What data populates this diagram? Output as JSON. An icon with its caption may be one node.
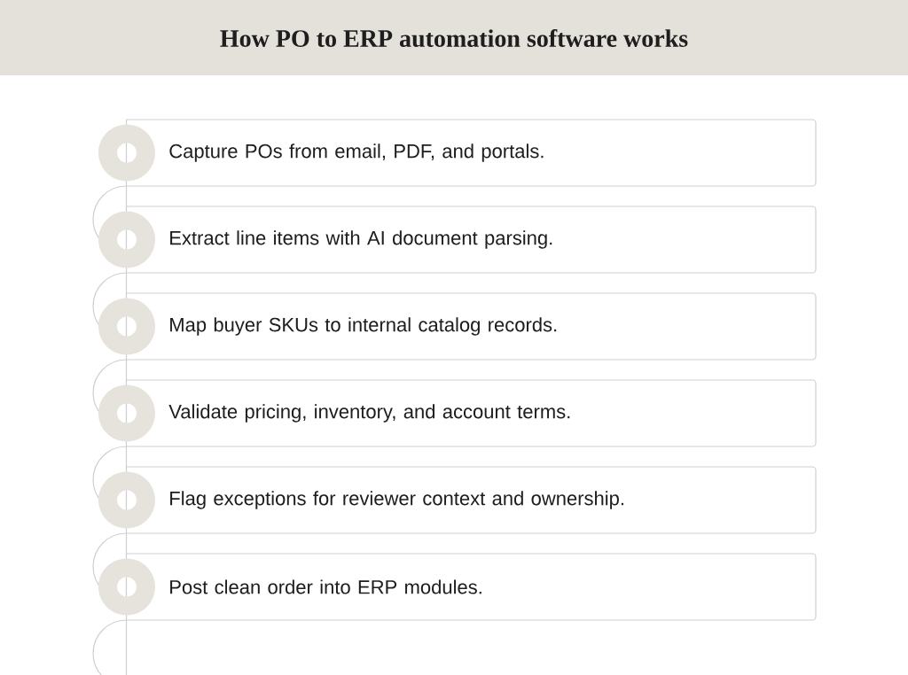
{
  "diagram": {
    "title": "How PO to ERP automation software works",
    "nodes": [
      {
        "text": [
          "Capture POs from email, PDF, and portals."
        ]
      },
      {
        "text": [
          "Extract line items with AI document parsing."
        ]
      },
      {
        "text": [
          "Map buyer SKUs to internal catalog records."
        ]
      },
      {
        "text": [
          "Validate pricing, inventory, and account terms."
        ]
      },
      {
        "text": [
          "Flag exceptions for reviewer context and ownership."
        ]
      },
      {
        "text": [
          "Post clean order into ERP modules."
        ]
      }
    ]
  }
}
